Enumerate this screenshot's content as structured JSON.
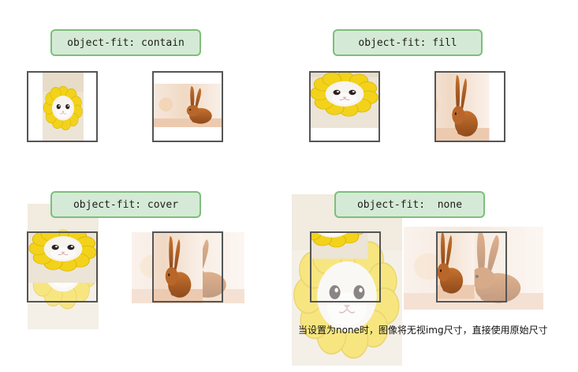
{
  "labels": {
    "contain": "object-fit: contain",
    "fill": "object-fit: fill",
    "cover": "object-fit: cover",
    "none": "object-fit:  none"
  },
  "caption": "当设置为none时，图像将无视img尺寸，直接使用原始尺寸",
  "images": {
    "cat": "cat-in-yellow-flower-costume",
    "rabbit": "brown-fluffy-rabbit-photo"
  },
  "colors": {
    "label_bg": "#d5ead6",
    "label_border": "#7cbf7a",
    "frame_border": "#555555"
  }
}
